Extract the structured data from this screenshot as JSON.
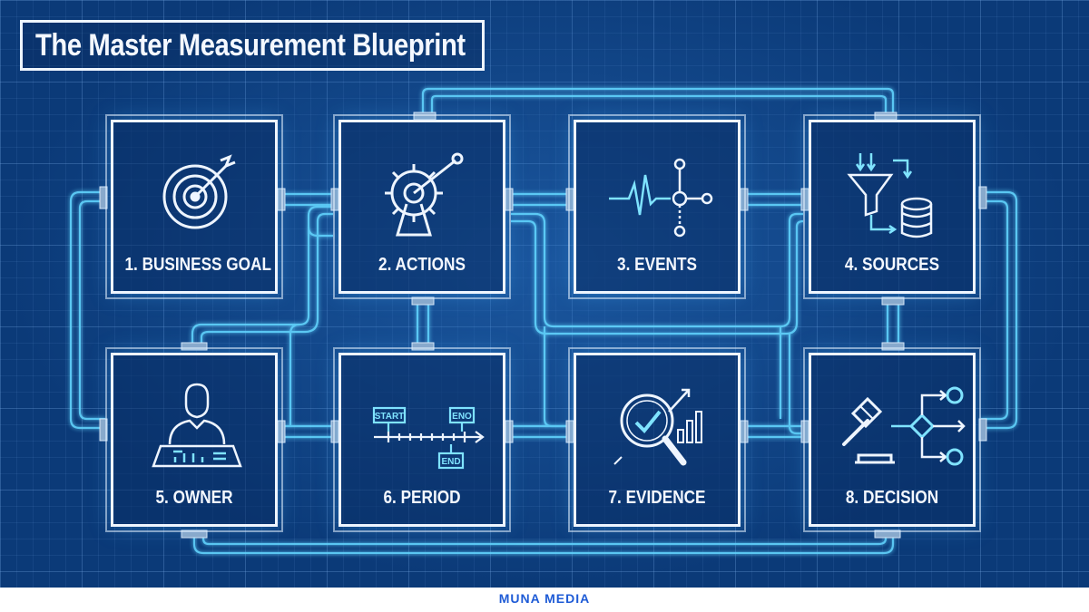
{
  "title": "The Master Measurement Blueprint",
  "steps": [
    {
      "label": "1. BUSINESS GOAL",
      "icon": "target-icon"
    },
    {
      "label": "2. ACTIONS",
      "icon": "gear-lever-icon"
    },
    {
      "label": "3. EVENTS",
      "icon": "pulse-node-icon"
    },
    {
      "label": "4. SOURCES",
      "icon": "funnel-database-icon"
    },
    {
      "label": "5. OWNER",
      "icon": "person-console-icon"
    },
    {
      "label": "6. PERIOD",
      "icon": "timeline-icon"
    },
    {
      "label": "7. EVIDENCE",
      "icon": "magnifier-chart-icon"
    },
    {
      "label": "8. DECISION",
      "icon": "gavel-decision-icon"
    }
  ],
  "timeline": {
    "start_label": "START",
    "end_label": "ENO",
    "end_label_2": "END"
  },
  "brand": "MUNA MEDIA",
  "colors": {
    "background": "#0b3a78",
    "line": "#eef5ff",
    "glow": "#5fd0ff",
    "brand": "#1e5bd6"
  }
}
